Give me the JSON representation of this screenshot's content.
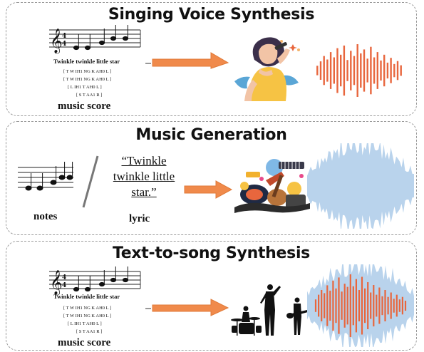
{
  "panels": [
    {
      "title": "Singing Voice Synthesis",
      "lyric_line": "Twinkle  twinkle  little star",
      "phonemes": [
        "[ T W IH1 NG K AH0 L ]",
        "[ T W IH1 NG K AH0 L ]",
        "[ L IH1 T AH0 L ]",
        "[ S T AA1 R ]"
      ],
      "caption": "music score"
    },
    {
      "title": "Music Generation",
      "notes_caption": "notes",
      "lyric_quote": [
        "“Twinkle",
        "twinkle little",
        "star.”"
      ],
      "lyric_caption": "lyric"
    },
    {
      "title": "Text-to-song Synthesis",
      "lyric_line": "Twinkle  twinkle  little star",
      "phonemes": [
        "[ T W IH1 NG K AH0 L ]",
        "[ T W IH1 NG K AH0 L ]",
        "[ L IH1 T AH0 L ]",
        "[ S T AA1 R ]"
      ],
      "caption": "music score"
    }
  ],
  "colors": {
    "arrow": "#f08a4b",
    "waveform_orange": "#e8663d",
    "waveform_blue": "#b9d3ec",
    "border": "#9a9a9a"
  },
  "icons": [
    "treble-clef-icon",
    "singer-icon",
    "instruments-icon",
    "band-silhouette-icon"
  ]
}
